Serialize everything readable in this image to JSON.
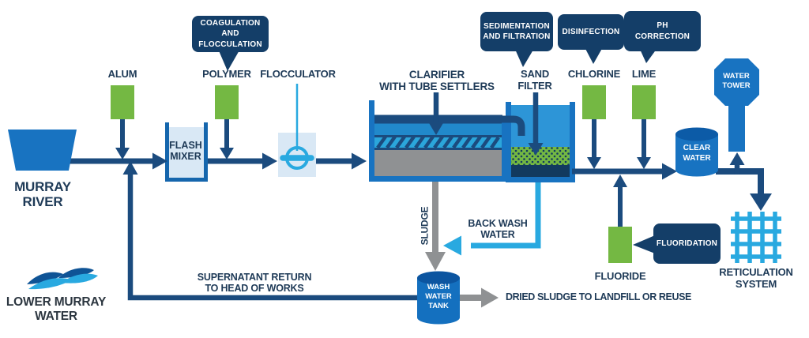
{
  "colors": {
    "callout_navy": "#143e68",
    "arrow_navy": "#1b4b7e",
    "tank_blue": "#1873c1",
    "cyan": "#29a9e0",
    "chemical_green": "#74b843",
    "sludge_gray": "#8f9193",
    "label_text": "#1e3a57",
    "panel_light_blue": "#d9e8f5"
  },
  "labels": {
    "murray_river": "MURRAY\nRIVER",
    "alum": "ALUM",
    "polymer": "POLYMER",
    "flocculator": "FLOCCULATOR",
    "flash_mixer": "FLASH\nMIXER",
    "clarifier": "CLARIFIER\nWITH TUBE SETTLERS",
    "sand_filter": "SAND\nFILTER",
    "chlorine": "CHLORINE",
    "lime": "LIME",
    "clear_water": "CLEAR\nWATER",
    "water_tower": "WATER\nTOWER",
    "reticulation_system": "RETICULATION\nSYSTEM",
    "fluoride": "FLUORIDE",
    "sludge": "SLUDGE",
    "back_wash_water": "BACK WASH\nWATER",
    "wash_water_tank": "WASH\nWATER\nTANK",
    "dried_sludge": "DRIED SLUDGE TO LANDFILL OR REUSE",
    "supernatant_return": "SUPERNATANT RETURN\nTO HEAD OF WORKS",
    "brand": "LOWER MURRAY\nWATER"
  },
  "callouts": {
    "coagulation_flocculation": "COAGULATION\nAND\nFLOCCULATION",
    "sedimentation_filtration": "SEDIMENTATION\nAND FILTRATION",
    "disinfection": "DISINFECTION",
    "ph_correction": "PH\nCORRECTION",
    "fluoridation": "FLUORIDATION"
  }
}
